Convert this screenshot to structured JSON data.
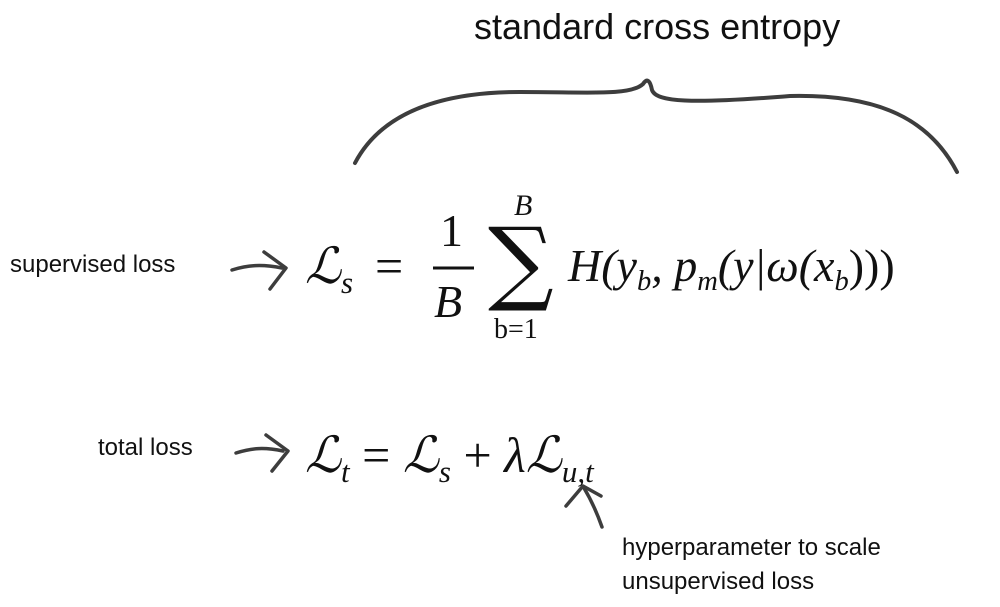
{
  "title": "standard cross entropy",
  "labels": {
    "supervised": "supervised loss",
    "total": "total loss",
    "hyper_line1": "hyperparameter to scale",
    "hyper_line2": "unsupervised loss"
  },
  "eq1": {
    "lhs_symbol": "ℒ",
    "lhs_sub": "s",
    "equals": "=",
    "frac_num": "1",
    "frac_den": "B",
    "sum_symbol": "∑",
    "sum_upper": "B",
    "sum_lower": "b=1",
    "rhs": "H(y",
    "rhs_sub1": "b",
    "rhs_mid": ", p",
    "rhs_sub2": "m",
    "rhs_tail": "(y|ω(x",
    "rhs_sub3": "b",
    "rhs_close": ")))"
  },
  "eq2": {
    "lhs_symbol": "ℒ",
    "lhs_sub": "t",
    "equals": "=",
    "t1_symbol": "ℒ",
    "t1_sub": "s",
    "plus": "+",
    "lambda": "λ",
    "t2_symbol": "ℒ",
    "t2_sub": "u,t"
  },
  "colors": {
    "ink": "#111111",
    "stroke": "#3d3d3d",
    "background": "#ffffff"
  },
  "icons": [
    "brace-icon",
    "arrow-right-icon",
    "arrow-right-icon",
    "arrow-up-icon"
  ]
}
